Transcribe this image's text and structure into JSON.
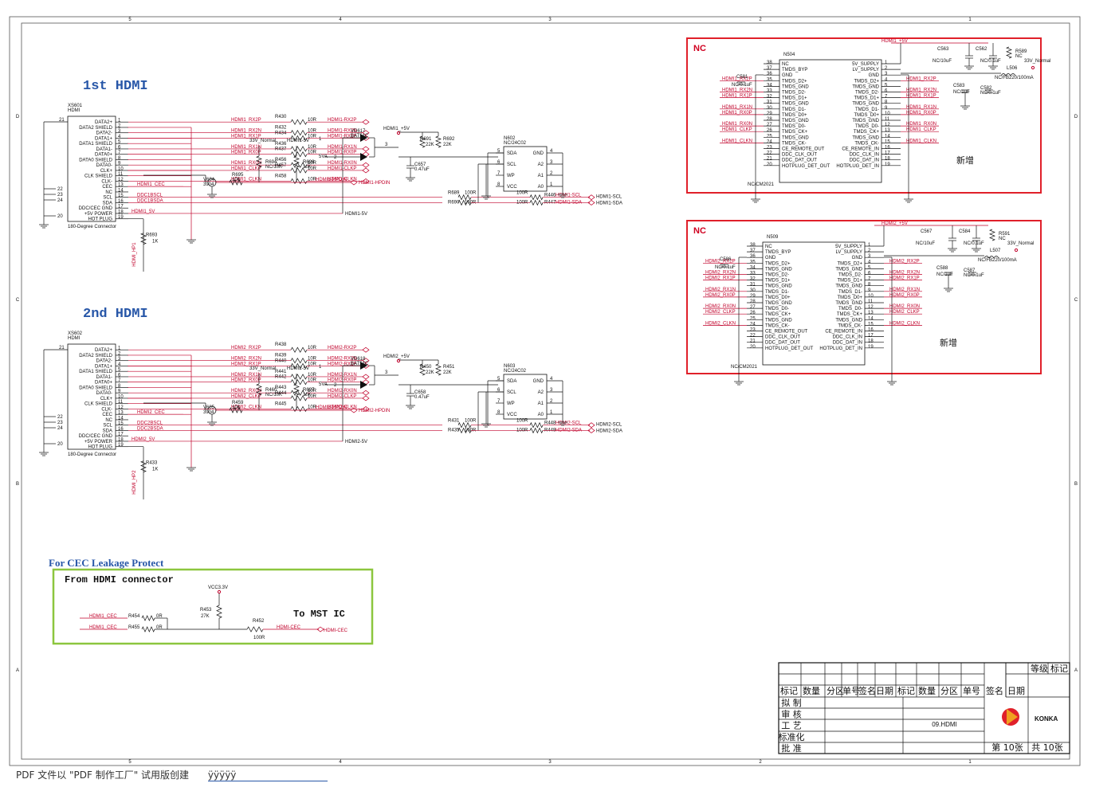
{
  "colors": {
    "wire": "#c0002a",
    "line": "#111111",
    "red_box": "#e0202a",
    "green_box": "#8cc63e",
    "heading": "#2857a8"
  },
  "headings": {
    "first": "1st HDMI",
    "second": "2nd HDMI"
  },
  "cec_box": {
    "title": "For CEC Leakage Protect",
    "from": "From HDMI connector",
    "to": "To MST IC",
    "vcc": "VCC3.3V",
    "r454": "R454",
    "r455": "R455",
    "r453": "R453",
    "r452": "R452",
    "v0r": "0R",
    "v27k": "27K",
    "v100r": "100R",
    "in1": "HDMI1_CEC",
    "in2": "HDMI1_CEC",
    "out": "HDMI-CEC",
    "out_port": "HDMI-CEC"
  },
  "conn1": {
    "ref": "XS601",
    "type": "HDMI",
    "caption": "180-Degree Connector",
    "pin21": "21",
    "pin22": "22",
    "pin23": "23",
    "pin24": "24",
    "pin20": "20",
    "pins": [
      "DATA2+",
      "DATA2 SHIELD",
      "DATA2-",
      "DATA1+",
      "DATA1 SHIELD",
      "DATA1-",
      "DATA0+",
      "DATA0 SHIELD",
      "DATA0-",
      "CLK+",
      "CLK SHIELD",
      "CLK-",
      "CEC",
      "NC",
      "SCL",
      "SDA",
      "DDC/CEC GND",
      "+5V POWER",
      "HOT PLUG"
    ]
  },
  "conn2": {
    "ref": "XS602",
    "type": "HDMI",
    "caption": "180-Degree Connector",
    "pin21": "21",
    "pin22": "22",
    "pin23": "23",
    "pin24": "24",
    "pin20": "20",
    "pins": [
      "DATA2+",
      "DATA2 SHIELD",
      "DATA2-",
      "DATA1+",
      "DATA1 SHIELD",
      "DATA1-",
      "DATA0+",
      "DATA0 SHIELD",
      "DATA0-",
      "CLK+",
      "CLK SHIELD",
      "CLK-",
      "CEC",
      "NC",
      "SCL",
      "SDA",
      "DDC/CEC GND",
      "+5V POWER",
      "HOT PLUG"
    ]
  },
  "nets1": {
    "rx2p": "HDMI1_RX2P",
    "rx2n": "HDMI1_RX2N",
    "rx1p": "HDMI1_RX1P",
    "rx1n": "HDMI1_RX1N",
    "rx0p": "HDMI1_RX0P",
    "rx0n": "HDMI1_RX0N",
    "clkp": "HDMI1_CLKP",
    "clkn": "HDMI1_CLKN",
    "cec": "HDMI1_CEC",
    "scl": "DDC1BSCL",
    "sda": "DDC1BSDA",
    "p5v": "HDMI1_5V",
    "hp": "HDMI_HP1"
  },
  "nets2": {
    "rx2p": "HDMI2_RX2P",
    "rx2n": "HDMI2_RX2N",
    "rx1p": "HDMI2_RX1P",
    "rx1n": "HDMI2_RX1N",
    "rx0p": "HDMI2_RX0P",
    "rx0n": "HDMI2_RX0N",
    "clkp": "HDMI2_CLKP",
    "clkn": "HDMI2_CLKN",
    "cec": "HDMI2_CEC",
    "scl": "DDC2BSCL",
    "sda": "DDC2BSDA",
    "p5v": "HDMI2_5V",
    "hp": "HDMI_HP2"
  },
  "res1": [
    "R430",
    "R432",
    "R434",
    "R436",
    "R437",
    "R456",
    "R457",
    "R458"
  ],
  "res2": [
    "R438",
    "R439",
    "R440",
    "R441",
    "R442",
    "R443",
    "R444",
    "R445"
  ],
  "val10r": "10R",
  "out1": [
    "HDMI1-RX2P",
    "HDMI1-RX2N",
    "HDMI1-RX1P",
    "HDMI1-RX1N",
    "HDMI1-RX0P",
    "HDMI1-RX0N",
    "HDMI1-CLKP",
    "HDMI1-CLKN"
  ],
  "out2": [
    "HDMI2-RX2P",
    "HDMI2-RX2N",
    "HDMI2-RX1P",
    "HDMI2-RX1N",
    "HDMI2-RX0P",
    "HDMI2-RX0N",
    "HDMI2-CLKP",
    "HDMI2-CLKN"
  ],
  "ddc1": {
    "r_a": "R689",
    "r_b": "R690",
    "v_a": "100R",
    "v_b": "100R",
    "r_c": "R446",
    "r_d": "R447",
    "v_c": "100R",
    "v_d": "100R",
    "scl_out": "HDMI1-SCL",
    "sda_out": "HDMI1-SDA",
    "scl_port": "HDMI1-SCL",
    "sda_port": "HDMI1-SDA",
    "r691": "R691",
    "r692": "R692",
    "v22k": "22K",
    "v22k2": "22K",
    "eeprom": "N602",
    "eeprom_val": "NC/24C02",
    "c": "C657",
    "cval": "0.47uF",
    "diode": "VD617",
    "diode_val": "BAT54C",
    "d5v": "HDMI1_+5V",
    "in5v": "HDMI1-5V",
    "v5va": "5VA",
    "p1": "1",
    "p2": "2",
    "p3": "3",
    "r693": "R693",
    "v1k": "1K",
    "r694": "R694",
    "v694": "NC/10K",
    "r696": "R696",
    "v696": "10K",
    "r695": "R695",
    "v695": "10K",
    "q": "V604",
    "qv": "3904",
    "s33": "33V_Normal",
    "s5": "HDMI1-5V",
    "hpd": "HDMI1-HPDIN",
    "hpd_port": "HDMI1-HPDIN"
  },
  "ddc2": {
    "r_a": "R431",
    "r_b": "R435",
    "v_a": "100R",
    "v_b": "100R",
    "r_c": "R448",
    "r_d": "R449",
    "v_c": "100R",
    "v_d": "100R",
    "scl_out": "HDMI2-SCL",
    "sda_out": "HDMI2-SDA",
    "scl_port": "HDMI2-SCL",
    "sda_port": "HDMI2-SDA",
    "r691": "R450",
    "r692": "R451",
    "v22k": "22K",
    "v22k2": "22K",
    "eeprom": "N603",
    "eeprom_val": "NC/24C02",
    "c": "C658",
    "cval": "0.47uF",
    "diode": "VD618",
    "diode_val": "BAT54C",
    "d5v": "HDMI2_+5V",
    "in5v": "HDMI2-5V",
    "v5va": "5VA",
    "p1": "1",
    "p2": "2",
    "p3": "3",
    "r693": "R433",
    "v1k": "1K",
    "r694": "R460",
    "v694": "NC/10K",
    "r696": "R697",
    "v696": "10K",
    "r695": "R459",
    "v695": "10K",
    "q": "V605",
    "qv": "3904",
    "s33": "33V_Normal",
    "s5": "HDMI2-5V",
    "hpd": "HDMI2-HPDIN",
    "hpd_port": "HDMI2-HPDIN"
  },
  "eeprom_pins": {
    "sda": "SDA",
    "gnd": "GND",
    "scl": "SCL",
    "a2": "A2",
    "wp": "WP",
    "a1": "A1",
    "vcc": "VCC",
    "a0": "A0"
  },
  "cm1": {
    "ref": "N504",
    "val": "NC/CM2021",
    "tag": "NC",
    "power": "HDMI1_+5V",
    "note": "新增",
    "left": [
      "NC",
      "TMDS_BYP",
      "GND",
      "TMDS_D2+",
      "TMDS_GND",
      "TMDS_D2-",
      "TMDS_D1+",
      "TMDS_GND",
      "TMDS_D1-",
      "TMDS_D0+",
      "TMDS_GND",
      "TMDS_D0-",
      "TMDS_CK+",
      "TMDS_GND",
      "TMDS_CK-",
      "CE_REMOTE_OUT",
      "DDC_CLK_OUT",
      "DDC_DAT_OUT",
      "HOTPLUG_DET_OUT"
    ],
    "right": [
      "5V_SUPPLY",
      "LV_SUPPLY",
      "GND",
      "TMDS_D2+",
      "TMDS_GND",
      "TMDS_D2-",
      "TMDS_D1+",
      "TMDS_GND",
      "TMDS_D1-",
      "TMDS_D0+",
      "TMDS_GND",
      "TMDS_D0-",
      "TMDS_CK+",
      "TMDS_GND",
      "TMDS_CK-",
      "CE_REMOTE_IN",
      "DDC_CLK_IN",
      "DDC_DAT_IN",
      "HOTPLUG_DET_IN"
    ],
    "lnums": [
      "38",
      "37",
      "36",
      "35",
      "34",
      "33",
      "32",
      "31",
      "30",
      "29",
      "28",
      "27",
      "26",
      "25",
      "24",
      "23",
      "22",
      "21",
      "20"
    ],
    "rnums": [
      "1",
      "2",
      "3",
      "4",
      "5",
      "6",
      "7",
      "8",
      "9",
      "10",
      "11",
      "12",
      "13",
      "14",
      "15",
      "16",
      "17",
      "18",
      "19"
    ],
    "lnets": {
      "3": "HDMI1_RX2P",
      "5": "HDMI1_RX2N",
      "6": "HDMI1_RX1P",
      "8": "HDMI1_RX1N",
      "9": "HDMI1_RX0P",
      "11": "HDMI1_RX0N",
      "12": "HDMI1_CLKP",
      "14": "HDMI1_CLKN"
    },
    "rnets": {
      "3": "HDMI1_RX2P",
      "5": "HDMI1_RX2N",
      "6": "HDMI1_RX1P",
      "8": "HDMI1_RX1N",
      "9": "HDMI1_RX0P",
      "11": "HDMI1_RX0N",
      "12": "HDMI1_CLKP",
      "14": "HDMI1_CLKN"
    },
    "c_a": "C563",
    "c_a_v": "NC/10uF",
    "c_b": "C562",
    "c_b_v": "NC/0.1uF",
    "r": "R589",
    "r_v": "NC",
    "s33": "33V_Normal",
    "l": "L506",
    "l_v": "NC/FB220/100mA",
    "c_l": "C581",
    "c_l_v": "NC/0.1uF",
    "c_c": "C583",
    "c_c_v": "NC/1uF",
    "c_d": "C582",
    "c_d_v": "NC/0.1uF"
  },
  "cm2": {
    "ref": "N509",
    "val": "NC/CM2021",
    "tag": "NC",
    "power": "HDMI2_+5V",
    "note": "新增",
    "left": [
      "NC",
      "TMDS_BYP",
      "GND",
      "TMDS_D2+",
      "TMDS_GND",
      "TMDS_D2-",
      "TMDS_D1+",
      "TMDS_GND",
      "TMDS_D1-",
      "TMDS_D0+",
      "TMDS_GND",
      "TMDS_D0-",
      "TMDS_CK+",
      "TMDS_GND",
      "TMDS_CK-",
      "CE_REMOTE_OUT",
      "DDC_CLK_OUT",
      "DDC_DAT_OUT",
      "HOTPLUG_DET_OUT"
    ],
    "right": [
      "5V_SUPPLY",
      "LV_SUPPLY",
      "GND",
      "TMDS_D2+",
      "TMDS_GND",
      "TMDS_D2-",
      "TMDS_D1+",
      "TMDS_GND",
      "TMDS_D1-",
      "TMDS_D0+",
      "TMDS_GND",
      "TMDS_D0-",
      "TMDS_CK+",
      "TMDS_GND",
      "TMDS_CK-",
      "CE_REMOTE_IN",
      "DDC_CLK_IN",
      "DDC_DAT_IN",
      "HOTPLUG_DET_IN"
    ],
    "lnums": [
      "38",
      "37",
      "36",
      "35",
      "34",
      "33",
      "32",
      "31",
      "30",
      "29",
      "28",
      "27",
      "26",
      "25",
      "24",
      "23",
      "22",
      "21",
      "20"
    ],
    "rnums": [
      "1",
      "2",
      "3",
      "4",
      "5",
      "6",
      "7",
      "8",
      "9",
      "10",
      "11",
      "12",
      "13",
      "14",
      "15",
      "16",
      "17",
      "18",
      "19"
    ],
    "lnets": {
      "3": "HDMI2_RX2P",
      "5": "HDMI2_RX2N",
      "6": "HDMI2_RX1P",
      "8": "HDMI2_RX1N",
      "9": "HDMI2_RX0P",
      "11": "HDMI2_RX0N",
      "12": "HDMI2_CLKP",
      "14": "HDMI2_CLKN"
    },
    "rnets": {
      "3": "HDMI2_RX2P",
      "5": "HDMI2_RX2N",
      "6": "HDMI2_RX1P",
      "8": "HDMI2_RX1N",
      "9": "HDMI2_RX0P",
      "11": "HDMI2_RX0N",
      "12": "HDMI2_CLKP",
      "14": "HDMI2_CLKN"
    },
    "c_a": "C567",
    "c_a_v": "NC/10uF",
    "c_b": "C584",
    "c_b_v": "NC/0.1uF",
    "r": "R591",
    "r_v": "NC",
    "s33": "33V_Normal",
    "l": "L507",
    "l_v": "NC/FB220/100mA",
    "c_l": "C586",
    "c_l_v": "NC/0.1uF",
    "c_c": "C588",
    "c_c_v": "NC/1uF",
    "c_d": "C587",
    "c_d_v": "NC/0.1uF"
  },
  "title_block": {
    "row_labels": [
      "标记",
      "数量",
      "分区",
      "单号",
      "签名",
      "日期",
      "标记",
      "数量",
      "分区",
      "单号",
      "签名",
      "日期"
    ],
    "roles": [
      "拟 制",
      "审 核",
      "工 艺",
      "标准化",
      "批 准"
    ],
    "grade": "等级",
    "mark": "标记",
    "drawing": "09.HDMI",
    "company": "KONKA",
    "sheet": "第 10张",
    "total": "共 10张"
  },
  "zone_cols": [
    "5",
    "4",
    "3",
    "2",
    "1"
  ],
  "zone_rows": [
    "D",
    "C",
    "B",
    "A"
  ],
  "footer": {
    "text": "PDF 文件以 \"PDF 制作工厂\" 试用版创建",
    "link": "ÿÿÿÿÿ"
  }
}
